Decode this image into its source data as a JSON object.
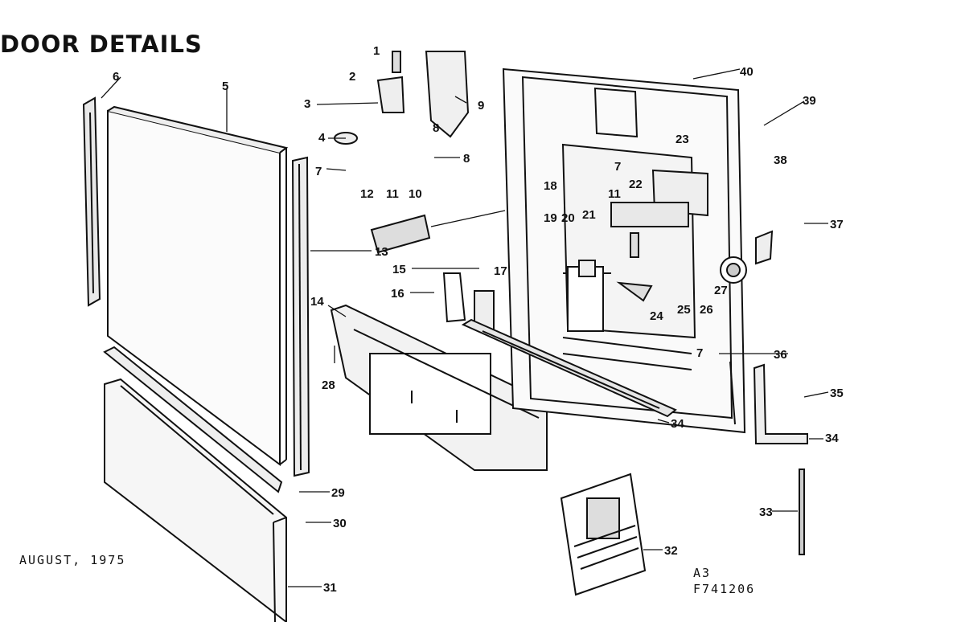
{
  "title": "DOOR DETAILS",
  "date": "AUGUST, 1975",
  "ref_line1": "A3",
  "ref_line2": "F741206",
  "callouts": [
    "1",
    "2",
    "3",
    "4",
    "7",
    "8",
    "9",
    "8",
    "6",
    "5",
    "13",
    "14",
    "15",
    "16",
    "17",
    "12",
    "11",
    "10",
    "18",
    "19",
    "20",
    "21",
    "22",
    "23",
    "7",
    "11",
    "24",
    "25",
    "26",
    "27",
    "40",
    "39",
    "38",
    "37",
    "36",
    "7",
    "35",
    "34",
    "34",
    "28",
    "29",
    "30",
    "31",
    "32",
    "33"
  ]
}
